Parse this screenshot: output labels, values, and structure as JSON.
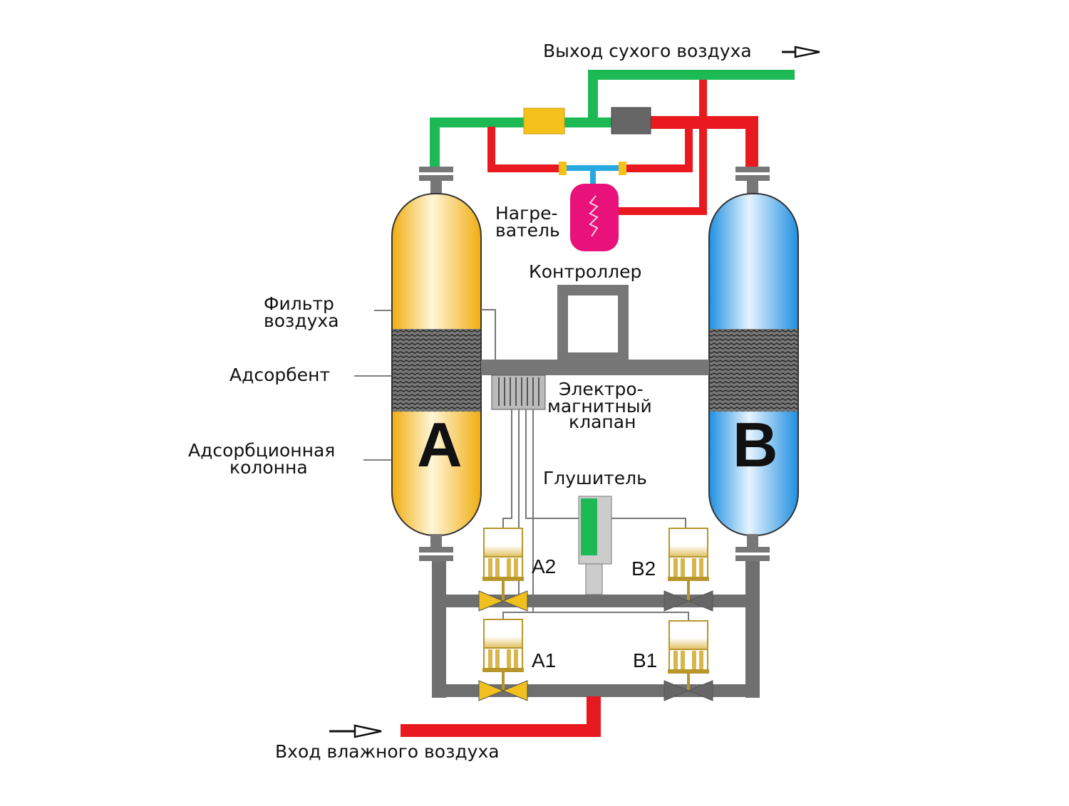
{
  "labels": {
    "dry_air_out": "Выход сухого воздуха",
    "wet_air_in": "Вход влажного воздуха",
    "heater_line1": "Нагре-",
    "heater_line2": "ватель",
    "controller": "Контроллер",
    "air_filter_line1": "Фильтр",
    "air_filter_line2": "воздуха",
    "adsorbent": "Адсорбент",
    "column_line1": "Адсорбционная",
    "column_line2": "колонна",
    "solenoid_line1": "Электро-",
    "solenoid_line2": "магнитный",
    "solenoid_line3": "клапан",
    "muffler": "Глушитель",
    "column_a": "A",
    "column_b": "B",
    "valve_a1": "A1",
    "valve_a2": "A2",
    "valve_b1": "B1",
    "valve_b2": "B2"
  },
  "colors": {
    "dry_pipe": "#1db954",
    "hot_pipe": "#e8191f",
    "process_pipe": "#6f6f6f",
    "column_a": "#f5b81c",
    "column_b": "#2d9be6",
    "heater": "#e8127a",
    "valve_open": "#f2c01e"
  }
}
